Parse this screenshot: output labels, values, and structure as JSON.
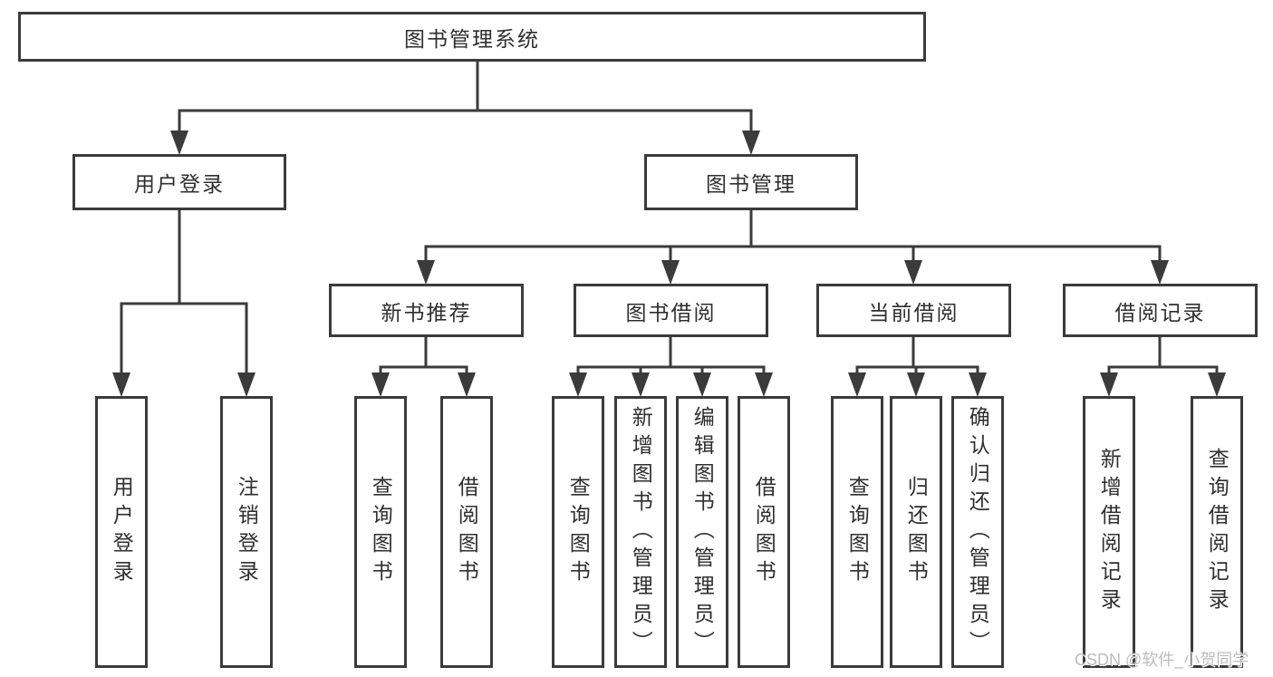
{
  "tree": {
    "root": "图书管理系统",
    "children": [
      {
        "label": "用户登录",
        "children": [
          "用户登录",
          "注销登录"
        ]
      },
      {
        "label": "图书管理",
        "children": [
          {
            "label": "新书推荐",
            "children": [
              "查询图书",
              "借阅图书"
            ]
          },
          {
            "label": "图书借阅",
            "children": [
              "查询图书",
              "新增图书（管理员）",
              "编辑图书（管理员）",
              "借阅图书"
            ]
          },
          {
            "label": "当前借阅",
            "children": [
              "查询图书",
              "归还图书",
              "确认归还（管理员）"
            ]
          },
          {
            "label": "借阅记录",
            "children": [
              "新增借阅记录",
              "查询借阅记录"
            ]
          }
        ]
      }
    ]
  },
  "watermark": "CSDN @软件_小贺同学",
  "colors": {
    "line": "#3b3b3b",
    "text": "#2f2f2f",
    "watermark": "#bdbdbd",
    "background": "#ffffff"
  }
}
